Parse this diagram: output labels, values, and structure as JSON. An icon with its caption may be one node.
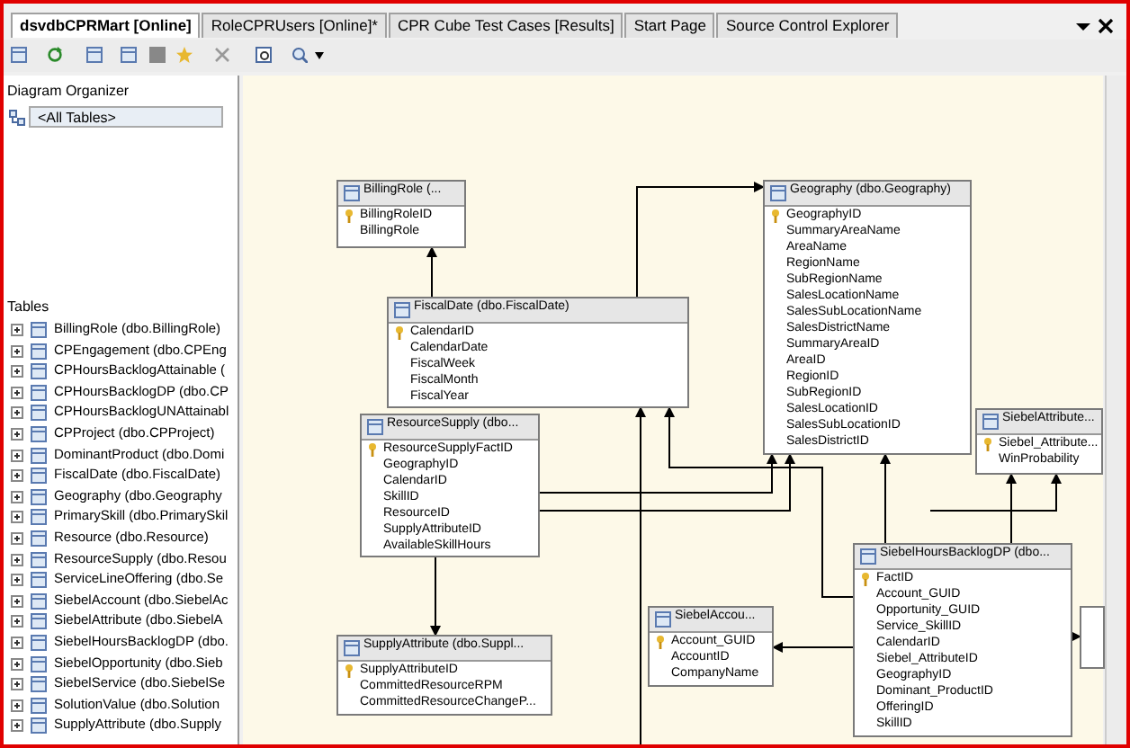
{
  "diagram": {
    "nodes": [
      {
        "text": [
          "BillingRole (...",
          "BillingRoleID",
          "BillingRole"
        ]
      },
      {
        "text": [
          "Geography (dbo.Geography)",
          "GeographyID",
          "SummaryAreaName",
          "AreaName",
          "RegionName",
          "SubRegionName",
          "SalesLocationName",
          "SalesSubLocationName",
          "SalesDistrictName",
          "SummaryAreaID",
          "AreaID",
          "RegionID",
          "SubRegionID",
          "SalesLocationID",
          "SalesSubLocationID",
          "SalesDistrictID"
        ]
      },
      {
        "text": [
          "FiscalDate (dbo.FiscalDate)",
          "CalendarID",
          "CalendarDate",
          "FiscalWeek",
          "FiscalMonth",
          "FiscalYear"
        ]
      },
      {
        "text": [
          "ResourceSupply (dbo...",
          "ResourceSupplyFactID",
          "GeographyID",
          "CalendarID",
          "SkillID",
          "ResourceID",
          "SupplyAttributeID",
          "AvailableSkillHours"
        ]
      },
      {
        "text": [
          "SiebelAttribute...",
          "Siebel_Attribute...",
          "WinProbability"
        ]
      },
      {
        "text": [
          "SiebelAccou...",
          "Account_GUID",
          "AccountID",
          "CompanyName"
        ]
      },
      {
        "text": [
          "SupplyAttribute (dbo.Suppl...",
          "SupplyAttributeID",
          "CommittedResourceRPM",
          "CommittedResourceChangeP..."
        ]
      },
      {
        "text": [
          "SiebelHoursBacklogDP (dbo...",
          "FactID",
          "Account_GUID",
          "Opportunity_GUID",
          "Service_SkillID",
          "CalendarID",
          "Siebel_AttributeID",
          "GeographyID",
          "Dominant_ProductID",
          "OfferingID",
          "SkillID"
        ]
      },
      {
        "text": [],
        "shape": "box"
      }
    ],
    "edges": [
      {
        "from": 2,
        "to": 0,
        "arrow": "to"
      },
      {
        "from": 2,
        "to": 1,
        "arrow": "to"
      },
      {
        "from": 3,
        "to": 6,
        "arrow": "to"
      },
      {
        "from": 3,
        "to": 1,
        "arrow": "to"
      },
      {
        "from": 3,
        "to": 1,
        "arrow": "to"
      },
      {
        "from": 7,
        "to": 2,
        "arrow": "to"
      },
      {
        "from": 7,
        "to": 4,
        "arrow": "to"
      },
      {
        "from": 7,
        "to": 1,
        "arrow": "to"
      },
      {
        "from": 7,
        "to": 5,
        "arrow": "to"
      },
      {
        "from": 7,
        "to": 8,
        "arrow": "to"
      },
      {
        "from": null,
        "to": 4,
        "arrow": "to"
      },
      {
        "from": null,
        "to": 2,
        "arrow": "to"
      }
    ],
    "labels": [
      "dsvdbCPRMart [Online]",
      "RoleCPRUsers [Online]*",
      "CPR Cube Test Cases [Results]",
      "Start Page",
      "Source Control Explorer",
      "Diagram Organizer",
      "<All Tables>",
      "Tables",
      "BillingRole (dbo.BillingRole)",
      "CPEngagement (dbo.CPEng",
      "CPHoursBacklogAttainable (",
      "CPHoursBacklogDP (dbo.CP",
      "CPHoursBacklogUNAttainabl",
      "CPProject (dbo.CPProject)",
      "DominantProduct (dbo.Domi",
      "FiscalDate (dbo.FiscalDate)",
      "Geography (dbo.Geography",
      "PrimarySkill (dbo.PrimarySkil",
      "Resource (dbo.Resource)",
      "ResourceSupply (dbo.Resou",
      "ServiceLineOffering (dbo.Se",
      "SiebelAccount (dbo.SiebelAc",
      "SiebelAttribute (dbo.SiebelA",
      "SiebelHoursBacklogDP (dbo.",
      "SiebelOpportunity (dbo.Sieb",
      "SiebelService (dbo.SiebelSe",
      "SolutionValue (dbo.Solution",
      "SupplyAttribute (dbo.Supply"
    ]
  }
}
